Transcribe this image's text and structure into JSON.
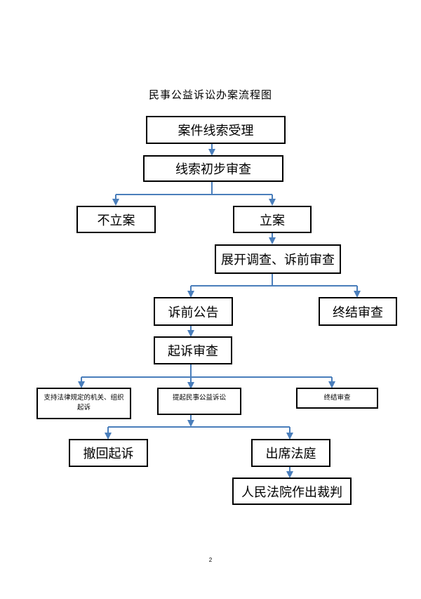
{
  "title": "民事公益诉讼办案流程图",
  "nodes": {
    "clue_accept": "案件线索受理",
    "clue_review": "线索初步审查",
    "no_case": "不立案",
    "file_case": "立案",
    "investigate": "展开调查、诉前审查",
    "pre_notice": "诉前公告",
    "end_review_1": "终结审查",
    "prosecution_review": "起诉审查",
    "support_org": "支持法律规定的机关、组织起诉",
    "file_civil_suit": "提起民事公益诉讼",
    "end_review_2": "终结审查",
    "withdraw": "撤回起诉",
    "attend_court": "出席法庭",
    "court_judgment": "人民法院作出裁判"
  },
  "colors": {
    "connector": "#4a7ebb",
    "border": "#000000"
  },
  "page_number": "2"
}
